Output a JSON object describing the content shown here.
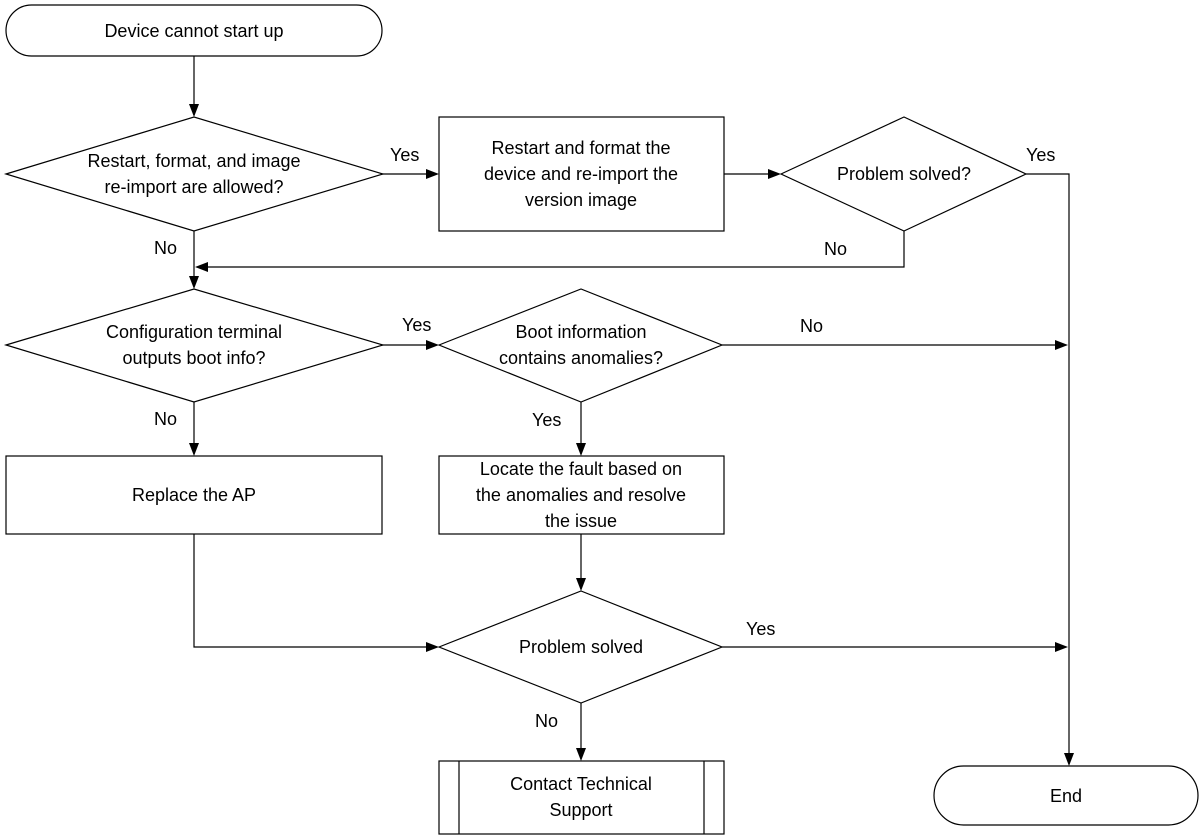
{
  "nodes": {
    "start": {
      "lines": [
        "Device cannot start up"
      ]
    },
    "decision_allowed": {
      "lines": [
        "Restart, format, and image",
        "re-import are allowed?"
      ]
    },
    "process_restart": {
      "lines": [
        "Restart and format the",
        "device and re-import the",
        "version image"
      ]
    },
    "decision_solved_1": {
      "lines": [
        "Problem solved?"
      ]
    },
    "decision_boot_output": {
      "lines": [
        "Configuration terminal",
        "outputs boot info?"
      ]
    },
    "decision_anomalies": {
      "lines": [
        "Boot information",
        "contains anomalies?"
      ]
    },
    "process_replace_ap": {
      "lines": [
        "Replace the AP"
      ]
    },
    "process_locate_fault": {
      "lines": [
        "Locate the fault based on",
        "the anomalies and resolve",
        "the issue"
      ]
    },
    "decision_solved_2": {
      "lines": [
        "Problem solved"
      ]
    },
    "subprocess_contact": {
      "lines": [
        "Contact Technical",
        "Support"
      ]
    },
    "end": {
      "lines": [
        "End"
      ]
    }
  },
  "edge_labels": {
    "allowed_yes": "Yes",
    "allowed_no": "No",
    "solved1_yes": "Yes",
    "solved1_no": "No",
    "boot_yes": "Yes",
    "boot_no": "No",
    "anomalies_no": "No",
    "anomalies_yes": "Yes",
    "solved2_yes": "Yes",
    "solved2_no": "No"
  }
}
